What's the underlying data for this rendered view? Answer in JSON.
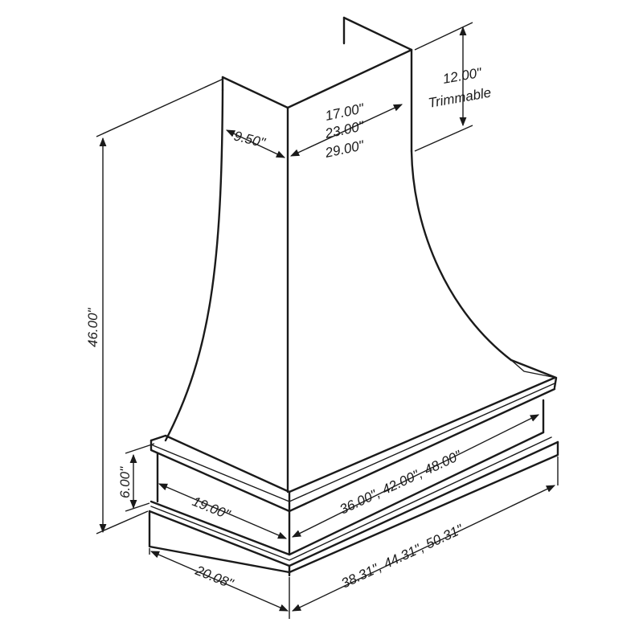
{
  "dimensions": {
    "chimney_extension": "12.00\"",
    "trimmable": "Trimmable",
    "chimney_depth": "9.50\"",
    "chimney_widths": [
      "17.00\"",
      "23.00\"",
      "29.00\""
    ],
    "overall_height": "46.00\"",
    "band_height": "6.00\"",
    "hood_depth": "19.00\"",
    "hood_widths": "36.00\",  42.00\",  48.00\"",
    "base_depth": "20.08\"",
    "base_widths": "38.31\",  44.31\",  50.31\""
  },
  "colors": {
    "line": "#1a1a1a",
    "background": "#ffffff"
  }
}
